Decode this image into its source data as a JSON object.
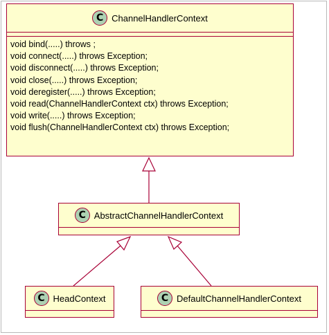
{
  "diagram": {
    "classes": {
      "channel_handler_context": {
        "badge": "C",
        "name": "ChannelHandlerContext",
        "methods": [
          "void bind(.....) throws ;",
          "void connect(.....) throws Exception;",
          "void disconnect(.....) throws Exception;",
          "void close(.....) throws Exception;",
          "void deregister(.....) throws Exception;",
          "void read(ChannelHandlerContext ctx) throws Exception;",
          "void write(.....) throws Exception;",
          "void flush(ChannelHandlerContext ctx) throws Exception;"
        ]
      },
      "abstract_channel_handler_context": {
        "badge": "C",
        "name": "AbstractChannelHandlerContext"
      },
      "head_context": {
        "badge": "C",
        "name": "HeadContext"
      },
      "default_channel_handler_context": {
        "badge": "C",
        "name": "DefaultChannelHandlerContext"
      }
    },
    "relations": [
      {
        "from": "AbstractChannelHandlerContext",
        "to": "ChannelHandlerContext",
        "type": "inheritance"
      },
      {
        "from": "HeadContext",
        "to": "AbstractChannelHandlerContext",
        "type": "inheritance"
      },
      {
        "from": "DefaultChannelHandlerContext",
        "to": "AbstractChannelHandlerContext",
        "type": "inheritance"
      }
    ],
    "colors": {
      "class_fill": "#fefece",
      "class_border": "#a80036",
      "badge_fill": "#add1b2",
      "edge": "#a80036"
    }
  }
}
